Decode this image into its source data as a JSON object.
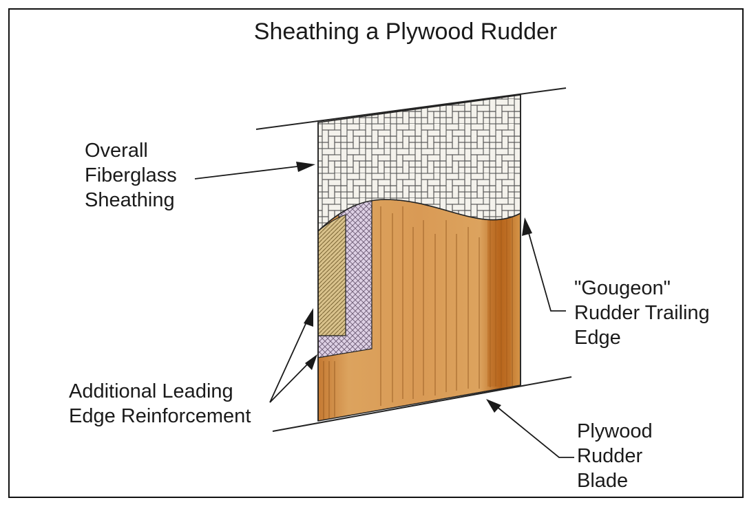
{
  "title": "Sheathing a Plywood Rudder",
  "labels": {
    "fiberglass": [
      "Overall",
      "Fiberglass",
      "Sheathing"
    ],
    "trailing": [
      "\"Gougeon\"",
      "Rudder Trailing",
      "Edge"
    ],
    "leading": [
      "Additional Leading",
      "Edge Reinforcement"
    ],
    "blade": [
      "Plywood",
      "Rudder",
      "Blade"
    ]
  },
  "colors": {
    "wood": "#d99a55",
    "wood_dark": "#b8661d",
    "tan_glass": "#d9c28c",
    "lavender_mesh": "#d9cde0",
    "ink": "#1a1a1a"
  }
}
